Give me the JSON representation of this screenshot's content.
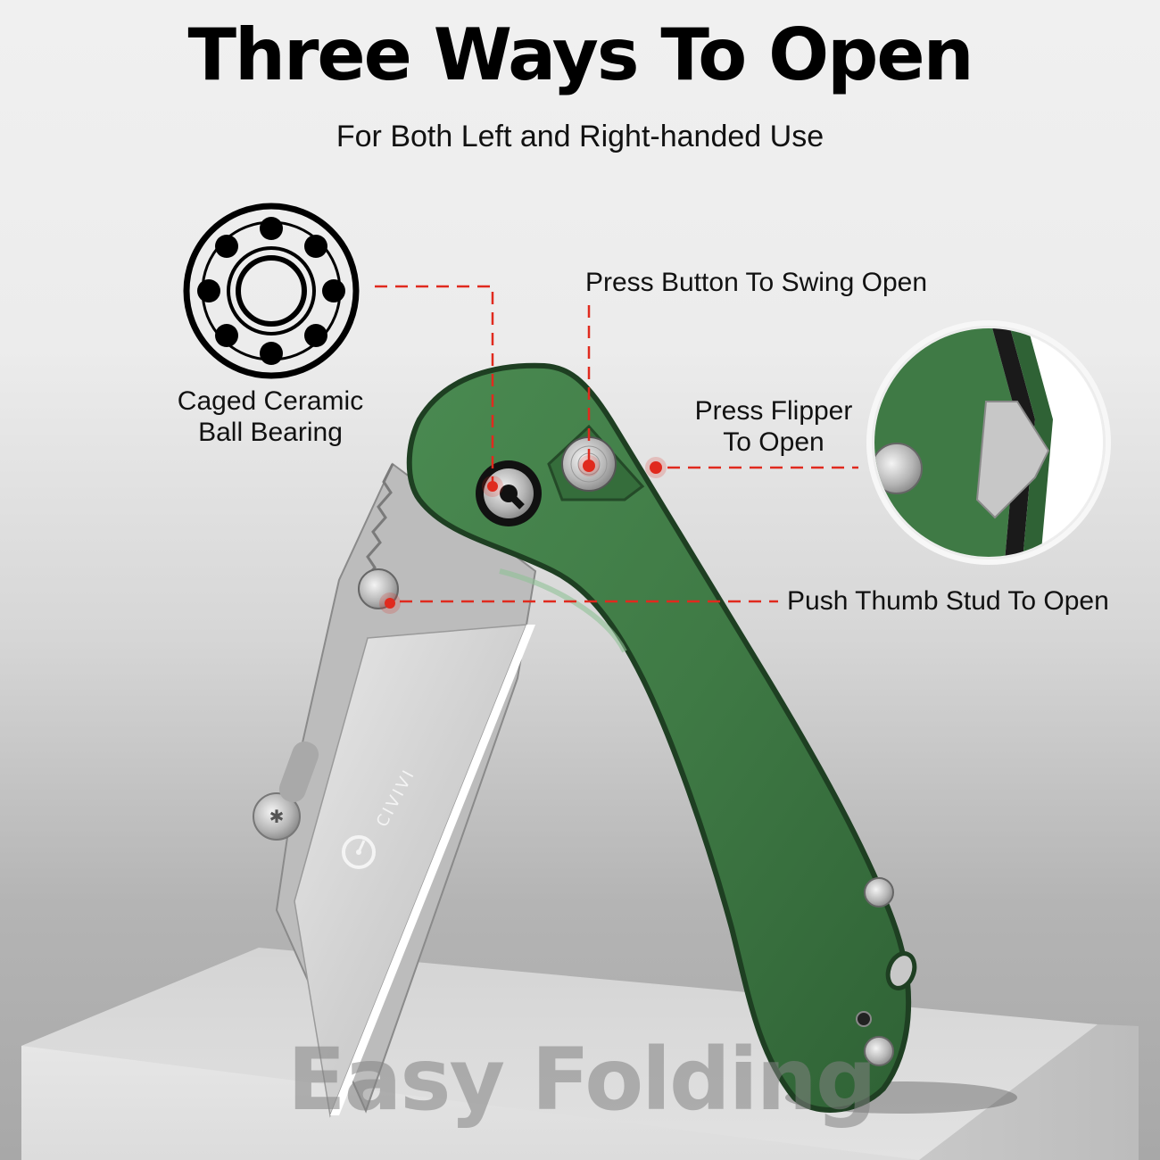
{
  "header": {
    "title": "Three Ways To Open",
    "subtitle": "For Both Left and Right-handed Use"
  },
  "features": {
    "bearing": {
      "line1": "Caged Ceramic",
      "line2": "Ball Bearing",
      "icon": "ball-bearing-icon"
    },
    "button": {
      "label": "Press Button To Swing Open"
    },
    "flipper": {
      "line1": "Press Flipper",
      "line2": "To Open"
    },
    "thumb_stud": {
      "label": "Push Thumb Stud To Open"
    }
  },
  "product": {
    "brand": "CIVIVI",
    "handle_color": "#3f7a45",
    "blade_color": "#d4d4d4"
  },
  "watermark": {
    "text": "Easy Folding"
  },
  "colors": {
    "callout_red": "#e02a1e",
    "text": "#111111",
    "background_top": "#f0f0f0",
    "background_bottom": "#a8a8a8",
    "pedestal": "#e0e0e0"
  }
}
